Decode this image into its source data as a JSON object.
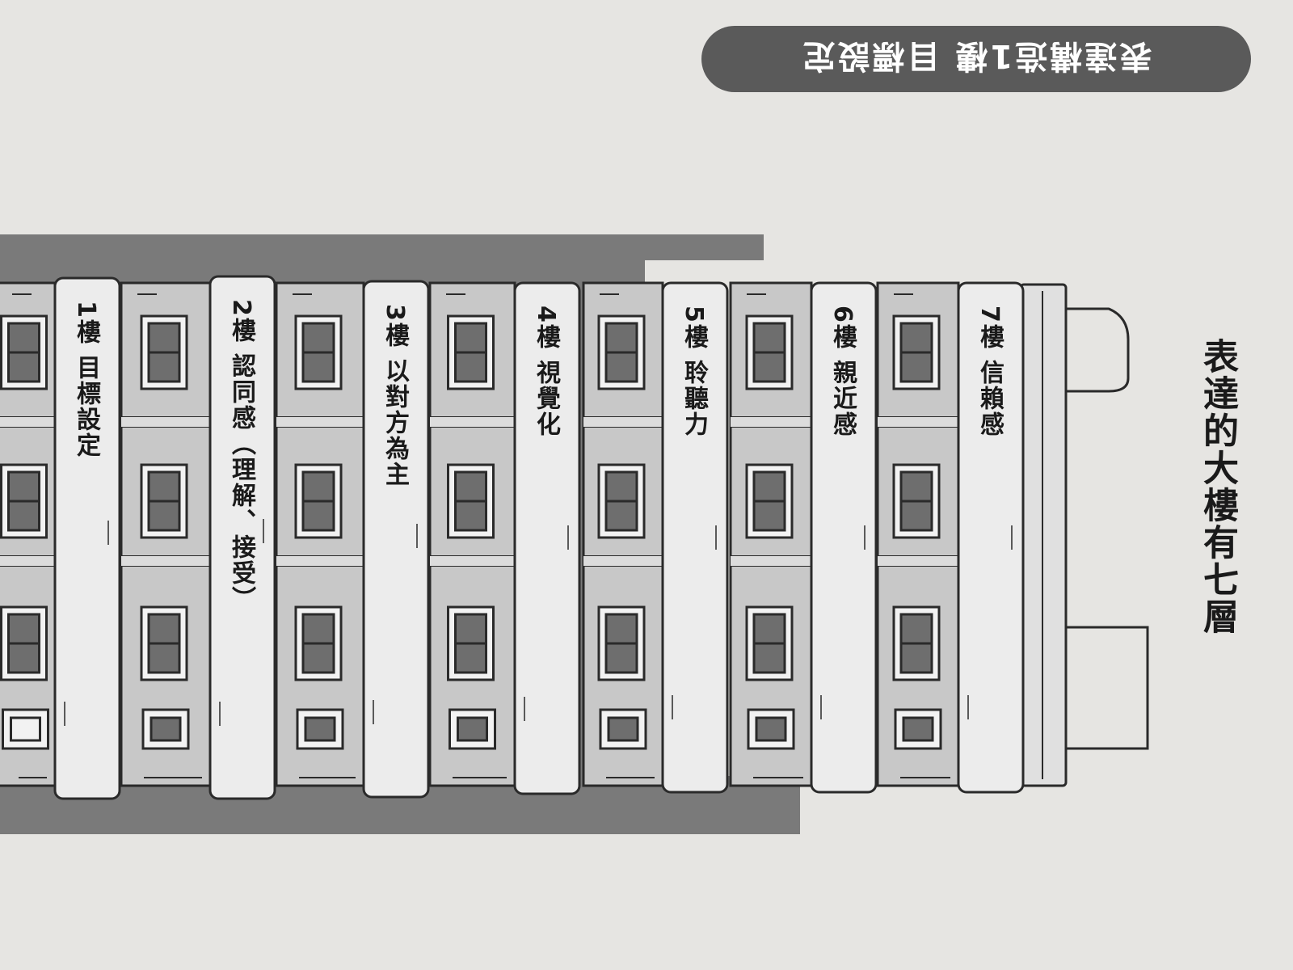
{
  "header_pill": {
    "label": "表達構造1樓 目標設定"
  },
  "side_title": "表達的大樓有七層",
  "floors": [
    {
      "text": "1樓 目標設定"
    },
    {
      "text": "2樓 認同感（理解、接受）"
    },
    {
      "text": "3樓 以對方為主"
    },
    {
      "text": "4樓 視覺化"
    },
    {
      "text": "5樓 聆聽力"
    },
    {
      "text": "6樓 親近感"
    },
    {
      "text": "7樓 信賴感"
    }
  ],
  "colors": {
    "background": "#e6e5e2",
    "building_shadow": "#7a7a7a",
    "wall": "#c8c8c8",
    "window_glass": "#6e6e6e",
    "outline": "#2a2a2a",
    "pill": "#5a5a5a"
  }
}
